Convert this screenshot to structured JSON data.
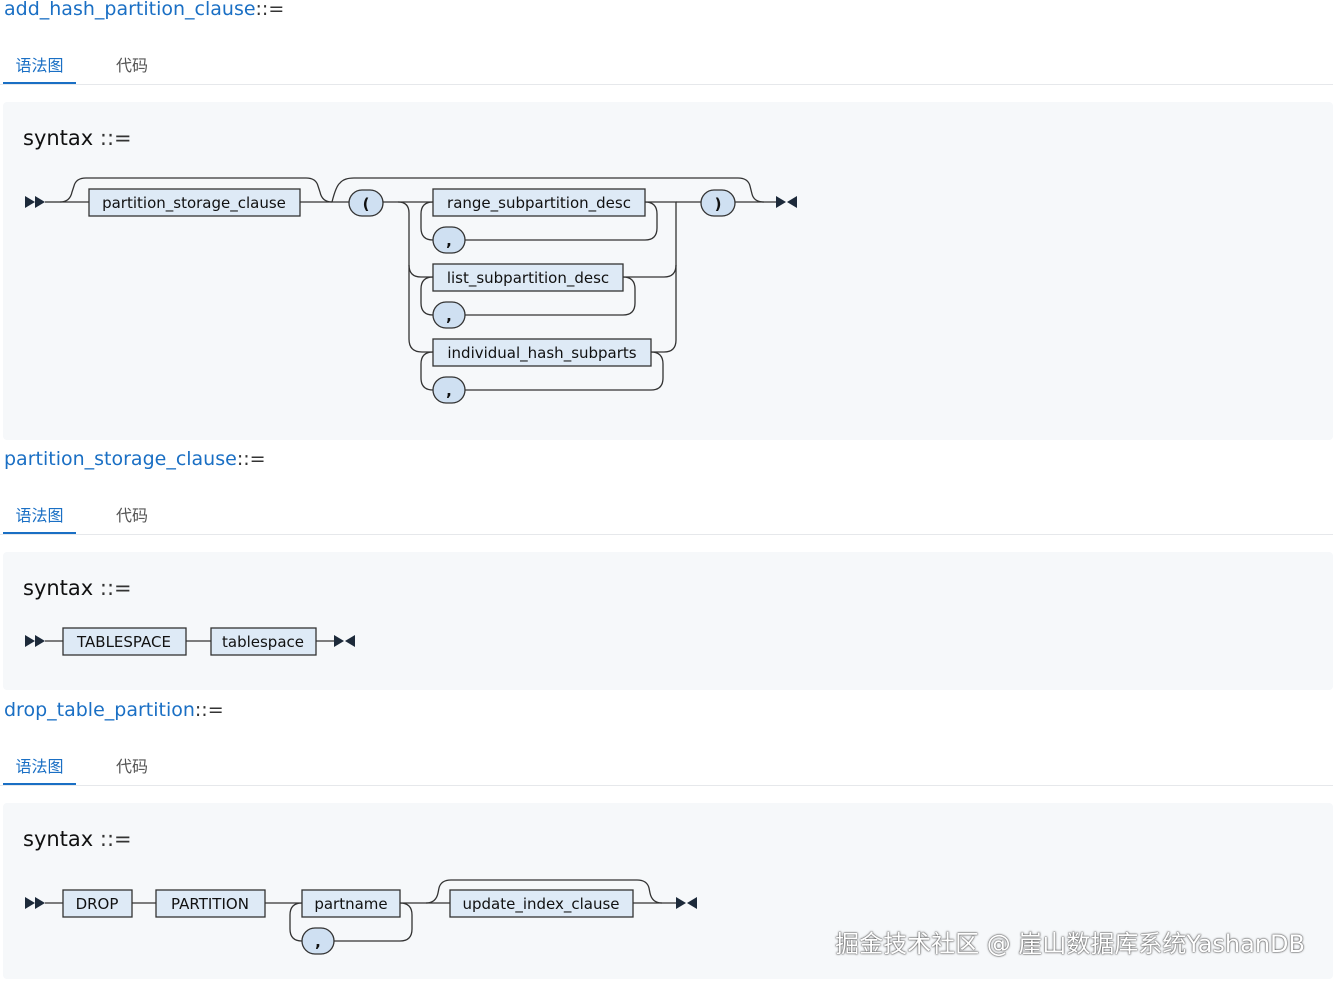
{
  "sections": [
    {
      "name": "add_hash_partition_clause",
      "op": "::=",
      "tabs": [
        "语法图",
        "代码"
      ],
      "syntax_label": "syntax",
      "syntax_op": "::=",
      "diagram": {
        "nonterminals": [
          "partition_storage_clause",
          "range_subpartition_desc",
          "list_subpartition_desc",
          "individual_hash_subparts"
        ],
        "terminals": [
          "(",
          ",",
          ",",
          ",",
          ")"
        ]
      }
    },
    {
      "name": "partition_storage_clause",
      "op": "::=",
      "tabs": [
        "语法图",
        "代码"
      ],
      "syntax_label": "syntax",
      "syntax_op": "::=",
      "diagram": {
        "items": [
          "TABLESPACE",
          "tablespace"
        ]
      }
    },
    {
      "name": "drop_table_partition",
      "op": "::=",
      "tabs": [
        "语法图",
        "代码"
      ],
      "syntax_label": "syntax",
      "syntax_op": "::=",
      "diagram": {
        "items": [
          "DROP",
          "PARTITION",
          "partname",
          "update_index_clause"
        ],
        "terminals": [
          ","
        ]
      }
    }
  ],
  "watermark": "掘金技术社区 @ 崖山数据库系统YashanDB"
}
